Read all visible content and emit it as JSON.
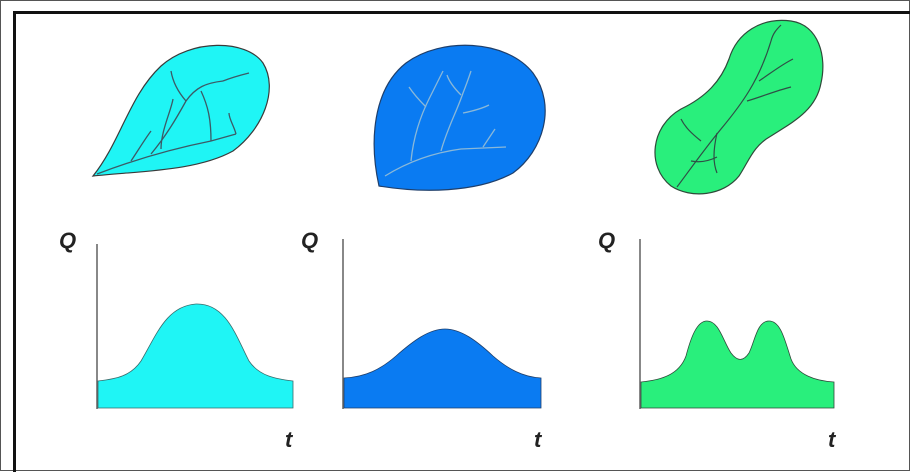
{
  "colors": {
    "cyan": "#1ff5f5",
    "blue": "#0a7bf2",
    "green": "#29ef7c",
    "stream": "#3c5a66",
    "axis": "#555555",
    "outline": "#3a3a3a"
  },
  "panels": [
    {
      "id": "elongated",
      "color": "cyan",
      "y_label": "Q",
      "x_label": "t",
      "hydrograph_shape": "single-peak"
    },
    {
      "id": "round",
      "color": "blue",
      "y_label": "Q",
      "x_label": "t",
      "hydrograph_shape": "broad-low-peak"
    },
    {
      "id": "dumbbell",
      "color": "green",
      "y_label": "Q",
      "x_label": "t",
      "hydrograph_shape": "double-peak"
    }
  ]
}
